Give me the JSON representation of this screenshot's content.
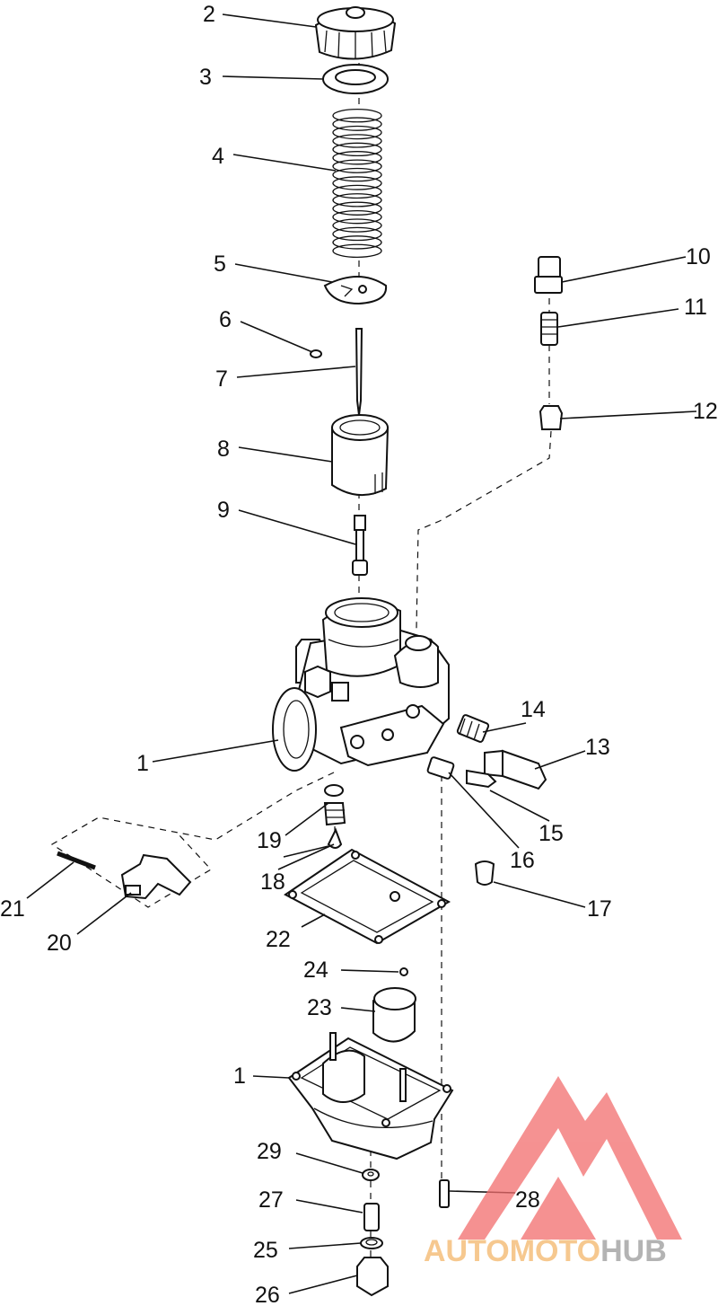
{
  "callouts": [
    "1",
    "2",
    "3",
    "4",
    "5",
    "6",
    "7",
    "8",
    "9",
    "10",
    "11",
    "12",
    "13",
    "14",
    "15",
    "16",
    "17",
    "18",
    "19",
    "20",
    "21",
    "22",
    "23",
    "24",
    "25",
    "26",
    "27",
    "28",
    "29",
    "1"
  ],
  "watermark": {
    "part1": "AUTO",
    "part2": "MOTO",
    "part3": "HUB",
    "color_light": "#f3b66a",
    "color_dark": "#9a9a9a",
    "triangle_color": "#f26d6d"
  }
}
